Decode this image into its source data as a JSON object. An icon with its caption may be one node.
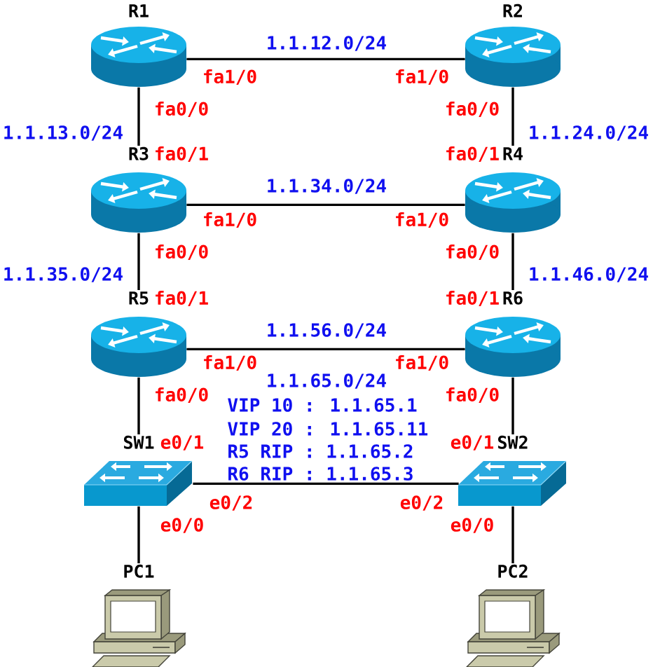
{
  "diagram": {
    "nodes": [
      {
        "text": [
          "R1"
        ],
        "beside": [
          "fa1/0",
          "fa0/0"
        ]
      },
      {
        "text": [
          "R2"
        ],
        "beside": [
          "fa1/0",
          "fa0/0"
        ]
      },
      {
        "text": [
          "R3"
        ],
        "beside": [
          "fa0/1",
          "fa1/0",
          "fa0/0"
        ]
      },
      {
        "text": [
          "R4"
        ],
        "beside": [
          "fa0/1",
          "fa1/0",
          "fa0/0"
        ]
      },
      {
        "text": [
          "R5"
        ],
        "beside": [
          "fa0/1",
          "fa1/0",
          "fa0/0"
        ]
      },
      {
        "text": [
          "R6"
        ],
        "beside": [
          "fa0/1",
          "fa1/0",
          "fa0/0"
        ]
      },
      {
        "text": [
          "SW1"
        ],
        "beside": [
          "e0/1",
          "e0/2",
          "e0/0"
        ]
      },
      {
        "text": [
          "SW2"
        ],
        "beside": [
          "e0/1",
          "e0/2",
          "e0/0"
        ]
      },
      {
        "text": [
          "PC1"
        ]
      },
      {
        "text": [
          "PC2"
        ]
      }
    ],
    "edges": [
      {
        "from": 0,
        "to": 1,
        "arrow": "none",
        "label": "1.1.12.0/24"
      },
      {
        "from": 0,
        "to": 2,
        "arrow": "none",
        "label": "1.1.13.0/24"
      },
      {
        "from": 1,
        "to": 3,
        "arrow": "none",
        "label": "1.1.24.0/24"
      },
      {
        "from": 2,
        "to": 3,
        "arrow": "none",
        "label": "1.1.34.0/24"
      },
      {
        "from": 2,
        "to": 4,
        "arrow": "none",
        "label": "1.1.35.0/24"
      },
      {
        "from": 3,
        "to": 5,
        "arrow": "none",
        "label": "1.1.46.0/24"
      },
      {
        "from": 4,
        "to": 5,
        "arrow": "none",
        "label": "1.1.56.0/24"
      },
      {
        "from": 4,
        "to": 6,
        "arrow": "none"
      },
      {
        "from": 5,
        "to": 7,
        "arrow": "none"
      },
      {
        "from": 6,
        "to": 7,
        "arrow": "none"
      },
      {
        "from": 6,
        "to": 8,
        "arrow": "none"
      },
      {
        "from": 7,
        "to": 9,
        "arrow": "none"
      }
    ],
    "labels": [
      "1.1.65.0/24",
      "VIP 10 : 1.1.65.1",
      "VIP 20 : 1.1.65.11",
      "R5 RIP : 1.1.65.2",
      "R6 RIP : 1.1.65.3"
    ]
  }
}
